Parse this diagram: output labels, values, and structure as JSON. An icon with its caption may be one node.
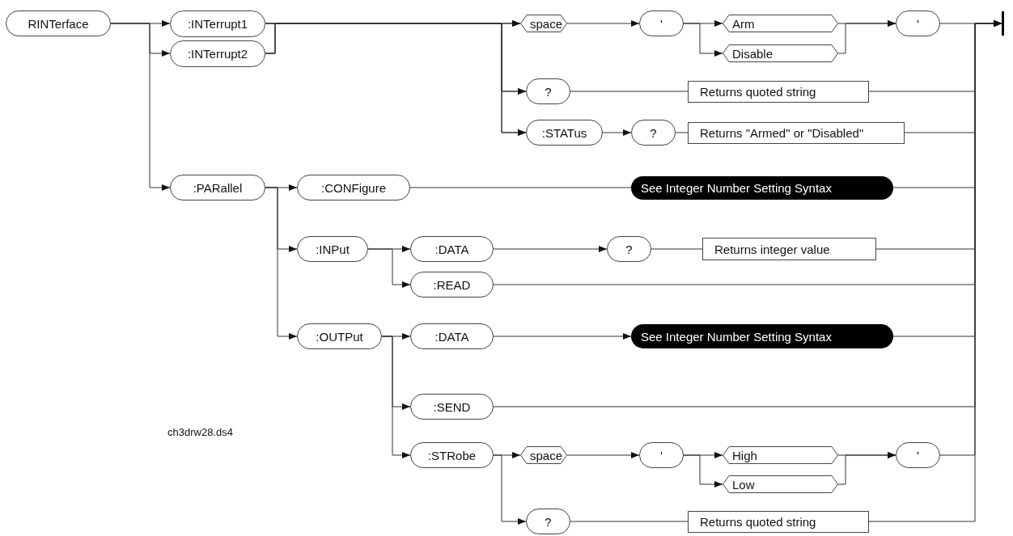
{
  "diagram": {
    "nodes": [
      {
        "text": [
          "RINTerface"
        ]
      },
      {
        "text": [
          ":INTerrupt1"
        ]
      },
      {
        "text": [
          ":INTerrupt2"
        ]
      },
      {
        "text": [
          "space"
        ]
      },
      {
        "text": [
          "'"
        ]
      },
      {
        "text": [
          "Arm"
        ]
      },
      {
        "text": [
          "Disable"
        ]
      },
      {
        "text": [
          "'"
        ]
      },
      {
        "text": [
          "?"
        ]
      },
      {
        "text": [
          "Returns quoted string"
        ]
      },
      {
        "text": [
          ":STATus"
        ]
      },
      {
        "text": [
          "?"
        ]
      },
      {
        "text": [
          "Returns \"Armed\" or \"Disabled\""
        ]
      },
      {
        "text": [
          ":PARallel"
        ]
      },
      {
        "text": [
          ":CONFigure"
        ]
      },
      {
        "text": [
          "See Integer Number Setting Syntax"
        ]
      },
      {
        "text": [
          ":INPut"
        ]
      },
      {
        "text": [
          ":DATA"
        ]
      },
      {
        "text": [
          "?"
        ]
      },
      {
        "text": [
          "Returns integer value"
        ]
      },
      {
        "text": [
          ":READ"
        ]
      },
      {
        "text": [
          ":OUTPut"
        ]
      },
      {
        "text": [
          ":DATA"
        ]
      },
      {
        "text": [
          "See Integer Number Setting Syntax"
        ]
      },
      {
        "text": [
          ":SEND"
        ]
      },
      {
        "text": [
          ":STRobe"
        ]
      },
      {
        "text": [
          "space"
        ]
      },
      {
        "text": [
          "'"
        ]
      },
      {
        "text": [
          "High"
        ]
      },
      {
        "text": [
          "Low"
        ]
      },
      {
        "text": [
          "'"
        ]
      },
      {
        "text": [
          "?"
        ]
      },
      {
        "text": [
          "Returns quoted string"
        ]
      },
      {
        "text": [],
        "shape": "bar"
      }
    ],
    "edges": [
      {
        "from": 0,
        "to": 1,
        "arrow": "to"
      },
      {
        "from": 0,
        "to": 2,
        "arrow": "to"
      },
      {
        "from": 0,
        "to": 13,
        "arrow": "to"
      },
      {
        "from": 1,
        "to": 3,
        "arrow": "to"
      },
      {
        "from": 1,
        "to": 8,
        "arrow": "to"
      },
      {
        "from": 1,
        "to": 10,
        "arrow": "to"
      },
      {
        "from": 2,
        "to": 3,
        "arrow": "to"
      },
      {
        "from": 2,
        "to": 8,
        "arrow": "to"
      },
      {
        "from": 2,
        "to": 10,
        "arrow": "to"
      },
      {
        "from": 3,
        "to": 4,
        "arrow": "to"
      },
      {
        "from": 4,
        "to": 5,
        "arrow": "to"
      },
      {
        "from": 4,
        "to": 6,
        "arrow": "to"
      },
      {
        "from": 5,
        "to": 7,
        "arrow": "to"
      },
      {
        "from": 6,
        "to": 7,
        "arrow": "to"
      },
      {
        "from": 7,
        "to": 33,
        "arrow": "to"
      },
      {
        "from": 8,
        "to": 9,
        "arrow": "none"
      },
      {
        "from": 9,
        "to": 33,
        "arrow": "to"
      },
      {
        "from": 10,
        "to": 11,
        "arrow": "to"
      },
      {
        "from": 11,
        "to": 12,
        "arrow": "none"
      },
      {
        "from": 12,
        "to": 33,
        "arrow": "to"
      },
      {
        "from": 13,
        "to": 14,
        "arrow": "to"
      },
      {
        "from": 13,
        "to": 16,
        "arrow": "to"
      },
      {
        "from": 13,
        "to": 21,
        "arrow": "to"
      },
      {
        "from": 14,
        "to": 15,
        "arrow": "none"
      },
      {
        "from": 15,
        "to": 33,
        "arrow": "to"
      },
      {
        "from": 16,
        "to": 17,
        "arrow": "to"
      },
      {
        "from": 16,
        "to": 20,
        "arrow": "to"
      },
      {
        "from": 17,
        "to": 18,
        "arrow": "to"
      },
      {
        "from": 18,
        "to": 19,
        "arrow": "none"
      },
      {
        "from": 19,
        "to": 33,
        "arrow": "to"
      },
      {
        "from": 20,
        "to": 33,
        "arrow": "to"
      },
      {
        "from": 21,
        "to": 22,
        "arrow": "to"
      },
      {
        "from": 21,
        "to": 24,
        "arrow": "to"
      },
      {
        "from": 21,
        "to": 25,
        "arrow": "to"
      },
      {
        "from": 22,
        "to": 23,
        "arrow": "to"
      },
      {
        "from": 23,
        "to": 33,
        "arrow": "to"
      },
      {
        "from": 24,
        "to": 33,
        "arrow": "to"
      },
      {
        "from": 25,
        "to": 26,
        "arrow": "to"
      },
      {
        "from": 25,
        "to": 31,
        "arrow": "to"
      },
      {
        "from": 26,
        "to": 27,
        "arrow": "to"
      },
      {
        "from": 27,
        "to": 28,
        "arrow": "to"
      },
      {
        "from": 27,
        "to": 29,
        "arrow": "to"
      },
      {
        "from": 28,
        "to": 30,
        "arrow": "to"
      },
      {
        "from": 29,
        "to": 30,
        "arrow": "to"
      },
      {
        "from": 30,
        "to": 33,
        "arrow": "to"
      },
      {
        "from": 31,
        "to": 32,
        "arrow": "none"
      },
      {
        "from": 32,
        "to": 33,
        "arrow": "to"
      }
    ],
    "labels": [
      "ch3drw28.ds4"
    ]
  }
}
